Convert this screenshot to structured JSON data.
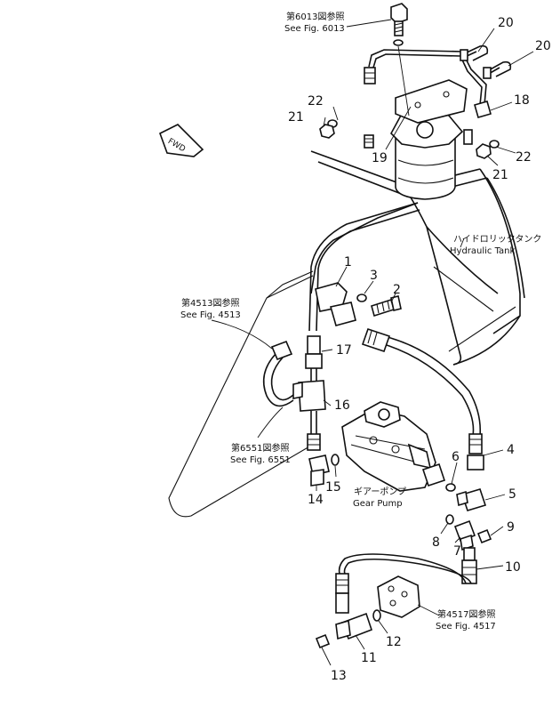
{
  "colors": {
    "ink": "#111111",
    "paper": "#ffffff"
  },
  "direction_marker": "FWD",
  "references": {
    "fig6013": {
      "jp": "第6013図参照",
      "en": "See Fig. 6013"
    },
    "fig4513": {
      "jp": "第4513図参照",
      "en": "See Fig. 4513"
    },
    "fig6551": {
      "jp": "第6551図参照",
      "en": "See Fig. 6551"
    },
    "fig4517": {
      "jp": "第4517図参照",
      "en": "See Fig. 4517"
    }
  },
  "components": {
    "tank": {
      "jp": "ハイドロリックタンク",
      "en": "Hydraulic Tank"
    },
    "pump": {
      "jp": "ギアーポンプ",
      "en": "Gear Pump"
    }
  },
  "part_numbers": {
    "p1": "1",
    "p2": "2",
    "p3": "3",
    "p4": "4",
    "p5": "5",
    "p6": "6",
    "p7": "7",
    "p8": "8",
    "p9": "9",
    "p10": "10",
    "p11": "11",
    "p12": "12",
    "p13": "13",
    "p14": "14",
    "p15": "15",
    "p16": "16",
    "p17": "17",
    "p18": "18",
    "p19": "19",
    "p20a": "20",
    "p20b": "20",
    "p21a": "21",
    "p21b": "21",
    "p22a": "22",
    "p22b": "22"
  }
}
